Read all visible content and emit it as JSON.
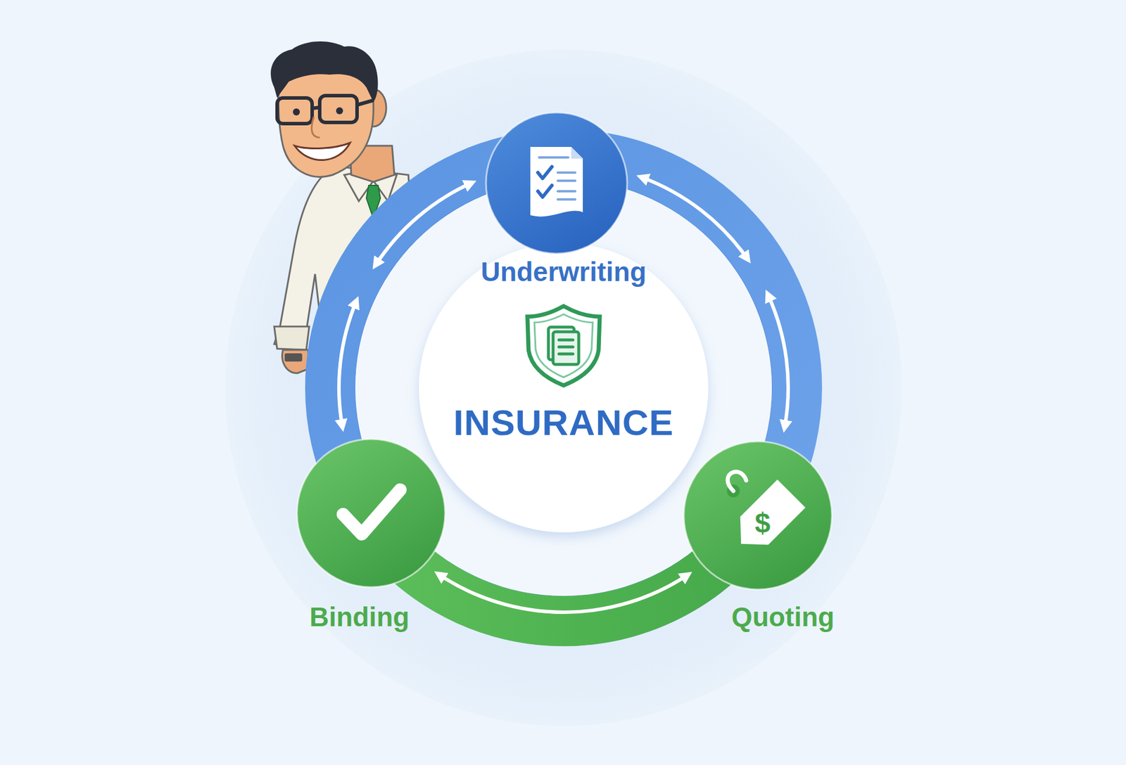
{
  "diagram": {
    "nodes": [
      {
        "text": [
          "Underwriting"
        ]
      },
      {
        "text": [
          "INSURANCE"
        ]
      },
      {
        "text": [
          "Binding"
        ]
      },
      {
        "text": [
          "Quoting"
        ]
      }
    ],
    "edges": [
      {
        "from": 0,
        "to": 3,
        "arrow": "both"
      },
      {
        "from": 3,
        "to": 2,
        "arrow": "both"
      },
      {
        "from": 2,
        "to": 0,
        "arrow": "both"
      }
    ],
    "labels": [
      "$"
    ]
  }
}
